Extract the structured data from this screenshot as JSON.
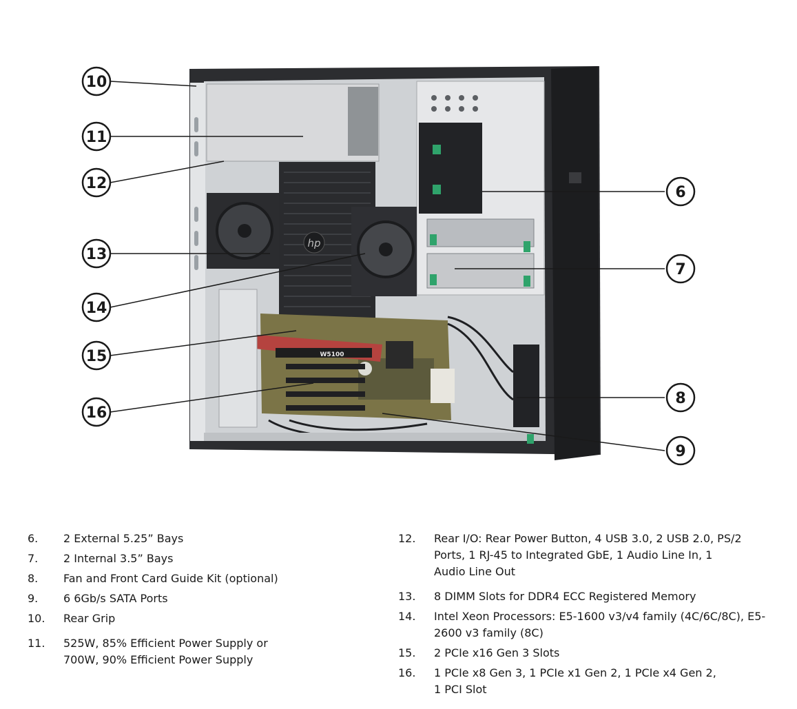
{
  "callouts": [
    {
      "num": "10"
    },
    {
      "num": "11"
    },
    {
      "num": "12"
    },
    {
      "num": "13"
    },
    {
      "num": "14"
    },
    {
      "num": "15"
    },
    {
      "num": "16"
    },
    {
      "num": "6"
    },
    {
      "num": "7"
    },
    {
      "num": "8"
    },
    {
      "num": "9"
    }
  ],
  "chassis": {
    "gpu_label": "W5100",
    "logo": "hp"
  },
  "legend": {
    "left": [
      {
        "num": "6.",
        "text": "2 External 5.25” Bays"
      },
      {
        "num": "7.",
        "text": "2 Internal 3.5” Bays"
      },
      {
        "num": "8.",
        "text": "Fan and Front Card Guide Kit (optional)"
      },
      {
        "num": "9.",
        "text": "6 6Gb/s SATA Ports"
      },
      {
        "num": "10.",
        "text": "Rear Grip"
      },
      {
        "num": "11.",
        "text": "525W, 85% Efficient Power Supply or 700W, 90% Efficient Power Supply"
      }
    ],
    "right": [
      {
        "num": "12.",
        "text": "Rear I/O: Rear Power Button, 4 USB 3.0, 2 USB 2.0, PS/2 Ports, 1 RJ-45 to Integrated GbE, 1 Audio Line In, 1 Audio Line Out"
      },
      {
        "num": "13.",
        "text": "8 DIMM Slots for DDR4 ECC Registered Memory"
      },
      {
        "num": "14.",
        "text": "Intel Xeon Processors: E5-1600 v3/v4 family (4C/6C/8C), E5-2600 v3 family (8C)"
      },
      {
        "num": "15.",
        "text": "2 PCIe x16 Gen 3 Slots"
      },
      {
        "num": "16.",
        "text": "1 PCIe x8 Gen 3, 1 PCIe x1 Gen 2, 1 PCIe x4 Gen 2, 1 PCI Slot"
      }
    ]
  }
}
